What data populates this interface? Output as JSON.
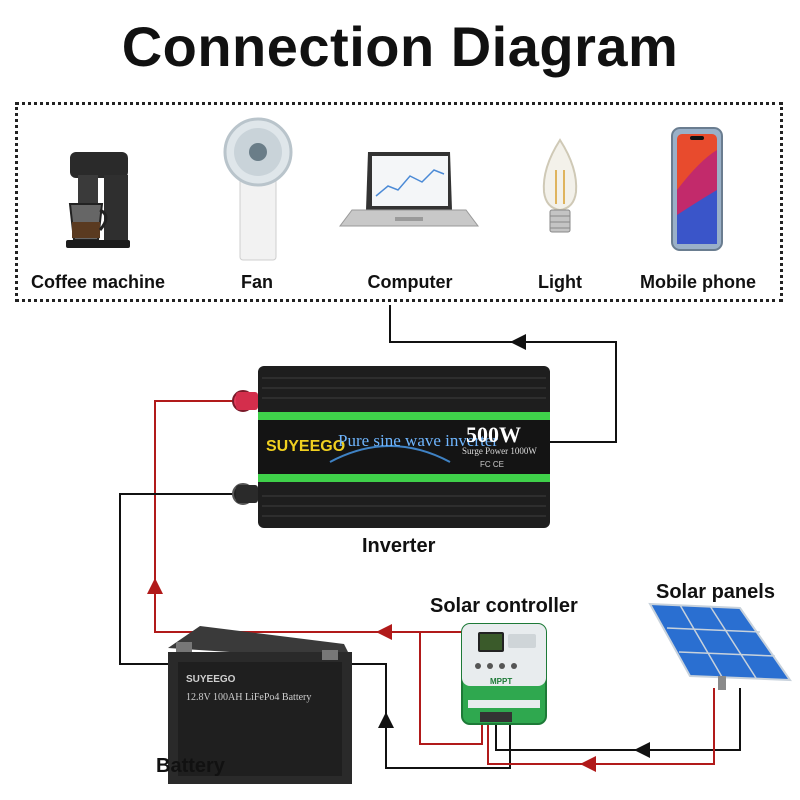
{
  "title": "Connection Diagram",
  "loads": [
    {
      "label": "Coffee machine",
      "icon": "coffee-machine-icon"
    },
    {
      "label": "Fan",
      "icon": "fan-icon"
    },
    {
      "label": "Computer",
      "icon": "laptop-icon"
    },
    {
      "label": "Light",
      "icon": "bulb-icon"
    },
    {
      "label": "Mobile phone",
      "icon": "phone-icon"
    }
  ],
  "components": {
    "inverter": {
      "label": "Inverter",
      "brand": "SUYEEGO",
      "slogan": "Pure sine wave inverter",
      "power": "500W",
      "surge": "Surge Power 1000W",
      "certs": "FC CE"
    },
    "controller": {
      "label": "Solar controller",
      "badge": "MPPT"
    },
    "panels": {
      "label": "Solar panels"
    },
    "battery": {
      "label": "Battery",
      "brand": "SUYEEGO",
      "spec": "12.8V 100AH LiFePo4 Battery"
    }
  },
  "colors": {
    "positive_wire": "#b11a1a",
    "negative_wire": "#111111",
    "inverter_body": "#1e1e1e",
    "inverter_stripe": "#3fd14a",
    "controller_body": "#2fa84f",
    "panel_blue": "#2a6fd1"
  }
}
